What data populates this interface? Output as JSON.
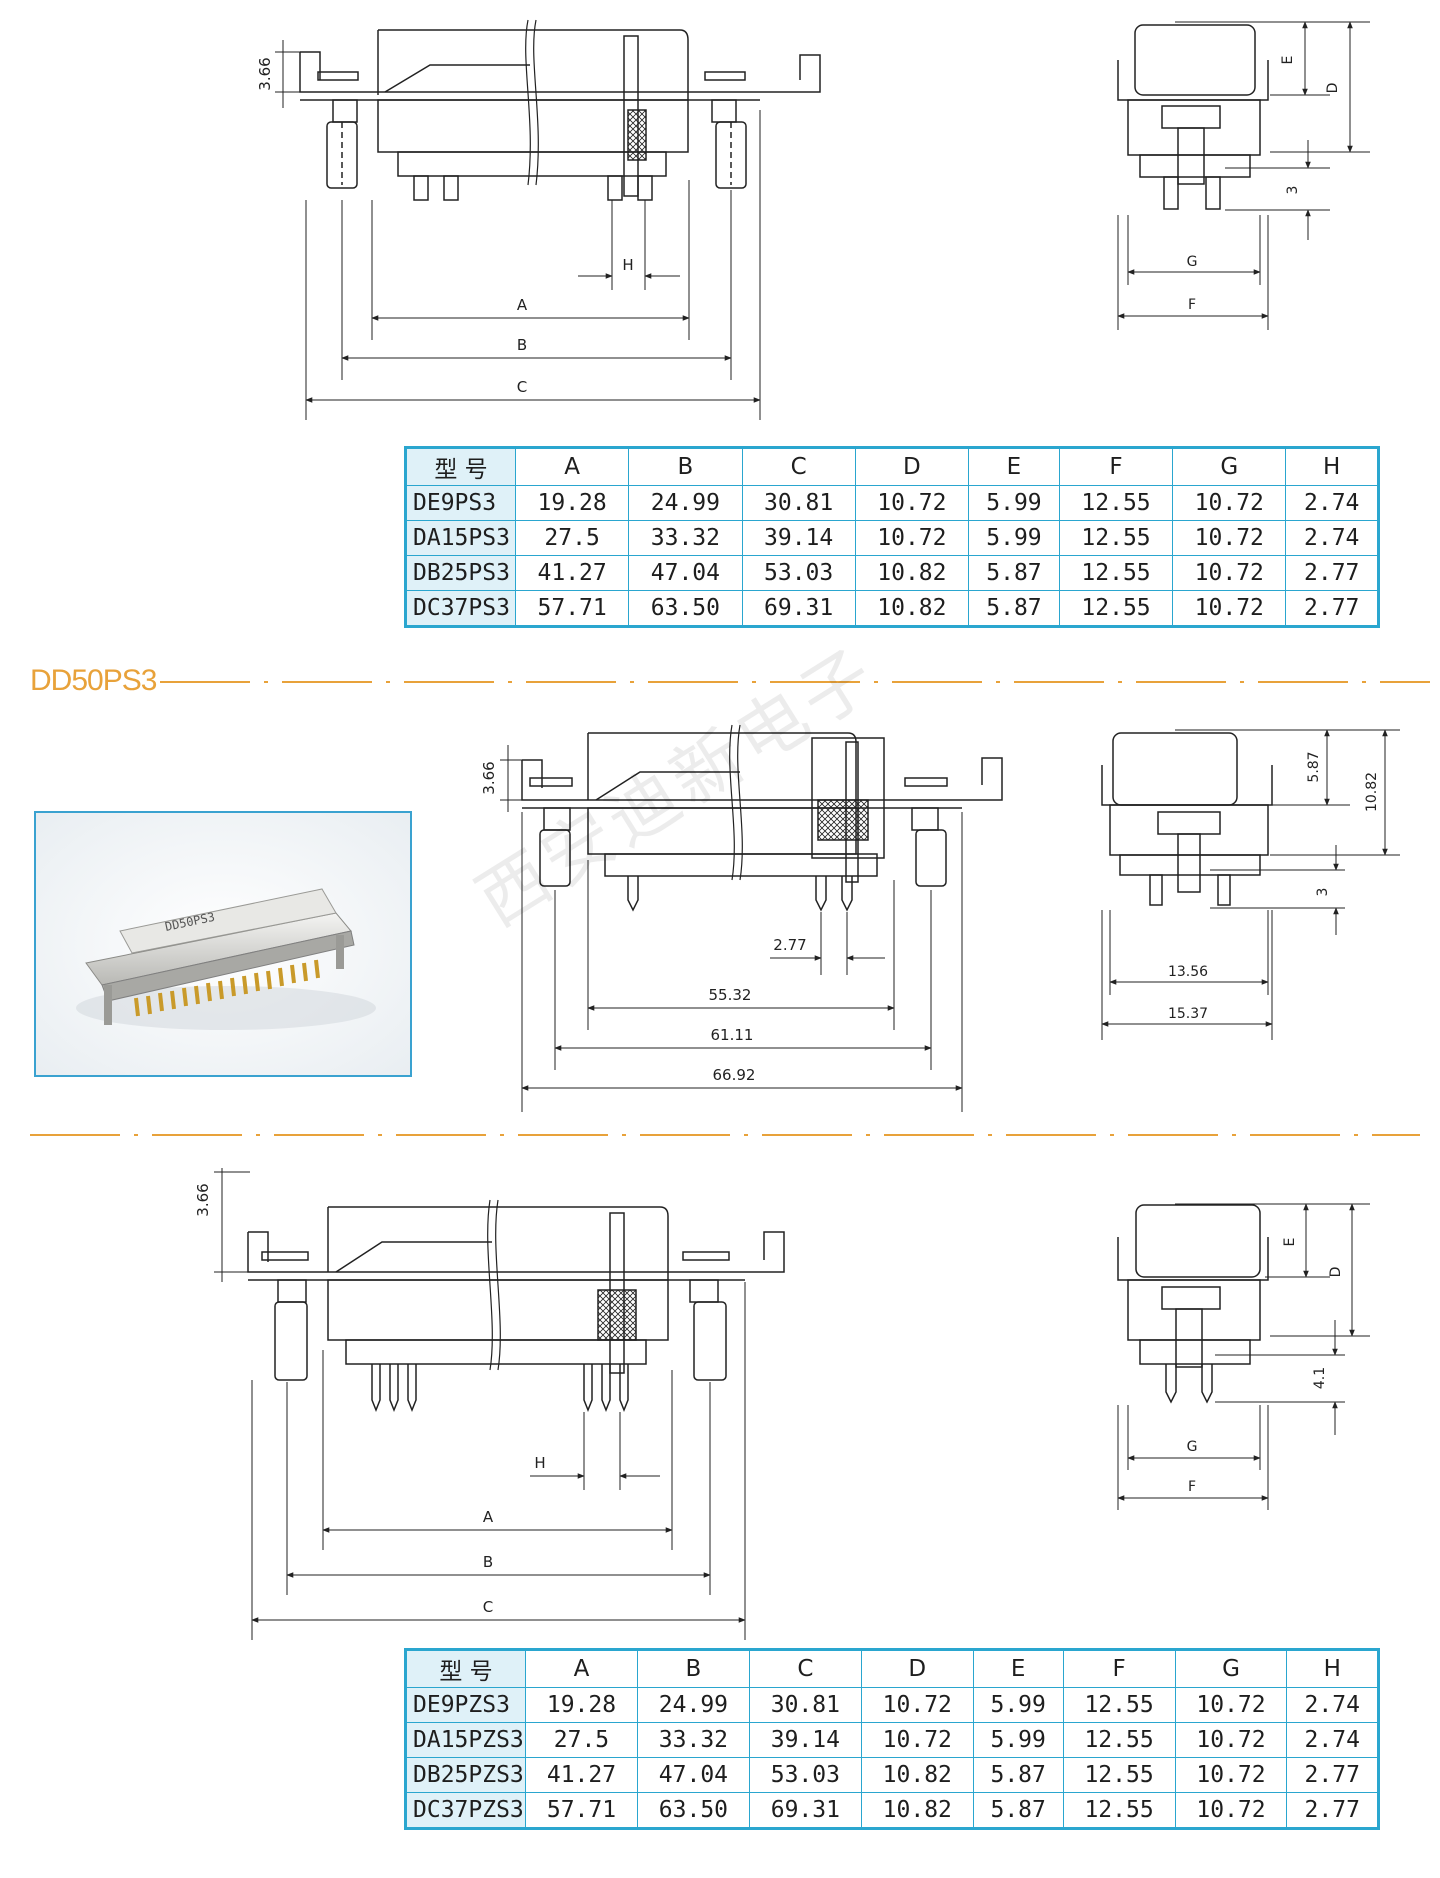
{
  "section_label": "DD50PS3",
  "watermark": "西安迪新电子",
  "photo": {
    "part_marking": "DD50PS3"
  },
  "top_drawing": {
    "dim_labels": {
      "height": "3.66",
      "a": "A",
      "b": "B",
      "c": "C",
      "h": "H",
      "d": "D",
      "e": "E",
      "f": "F",
      "g": "G",
      "pin": "3"
    }
  },
  "middle_drawing": {
    "dim_labels": {
      "height": "3.66",
      "a": "55.32",
      "b": "61.11",
      "c": "66.92",
      "h": "2.77",
      "d": "10.82",
      "e": "5.87",
      "f": "15.37",
      "g": "13.56",
      "pin": "3"
    }
  },
  "bottom_drawing": {
    "dim_labels": {
      "height": "3.66",
      "a": "A",
      "b": "B",
      "c": "C",
      "h": "H",
      "d": "D",
      "e": "E",
      "f": "F",
      "g": "G",
      "pin": "4.1"
    }
  },
  "table_ps3": {
    "headers": [
      "型 号",
      "A",
      "B",
      "C",
      "D",
      "E",
      "F",
      "G",
      "H"
    ],
    "rows": [
      [
        "DE9PS3",
        "19.28",
        "24.99",
        "30.81",
        "10.72",
        "5.99",
        "12.55",
        "10.72",
        "2.74"
      ],
      [
        "DA15PS3",
        "27.5",
        "33.32",
        "39.14",
        "10.72",
        "5.99",
        "12.55",
        "10.72",
        "2.74"
      ],
      [
        "DB25PS3",
        "41.27",
        "47.04",
        "53.03",
        "10.82",
        "5.87",
        "12.55",
        "10.72",
        "2.77"
      ],
      [
        "DC37PS3",
        "57.71",
        "63.50",
        "69.31",
        "10.82",
        "5.87",
        "12.55",
        "10.72",
        "2.77"
      ]
    ]
  },
  "table_pzs3": {
    "headers": [
      "型 号",
      "A",
      "B",
      "C",
      "D",
      "E",
      "F",
      "G",
      "H"
    ],
    "rows": [
      [
        "DE9PZS3",
        "19.28",
        "24.99",
        "30.81",
        "10.72",
        "5.99",
        "12.55",
        "10.72",
        "2.74"
      ],
      [
        "DA15PZS3",
        "27.5",
        "33.32",
        "39.14",
        "10.72",
        "5.99",
        "12.55",
        "10.72",
        "2.74"
      ],
      [
        "DB25PZS3",
        "41.27",
        "47.04",
        "53.03",
        "10.82",
        "5.87",
        "12.55",
        "10.72",
        "2.77"
      ],
      [
        "DC37PZS3",
        "57.71",
        "63.50",
        "69.31",
        "10.82",
        "5.87",
        "12.55",
        "10.72",
        "2.77"
      ]
    ]
  },
  "colors": {
    "accent_orange": "#e8a23a",
    "table_border": "#2aa6cf",
    "model_cell_bg": "#dff1f8"
  }
}
